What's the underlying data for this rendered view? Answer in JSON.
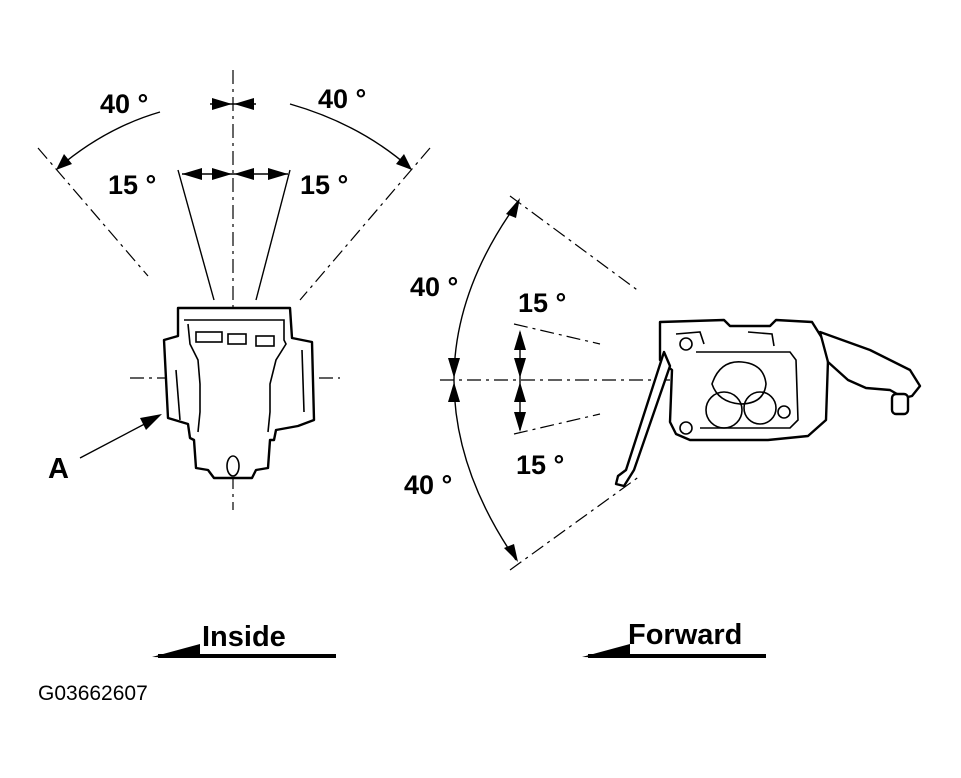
{
  "diagram": {
    "left_view": {
      "angle_outer_left": "40 °",
      "angle_outer_right": "40 °",
      "angle_inner_left": "15 °",
      "angle_inner_right": "15 °",
      "part_label": "A",
      "direction_label": "Inside"
    },
    "right_view": {
      "angle_outer_top": "40 °",
      "angle_outer_bottom": "40 °",
      "angle_inner_top": "15 °",
      "angle_inner_bottom": "15 °",
      "direction_label": "Forward"
    },
    "figure_code": "G03662607"
  }
}
